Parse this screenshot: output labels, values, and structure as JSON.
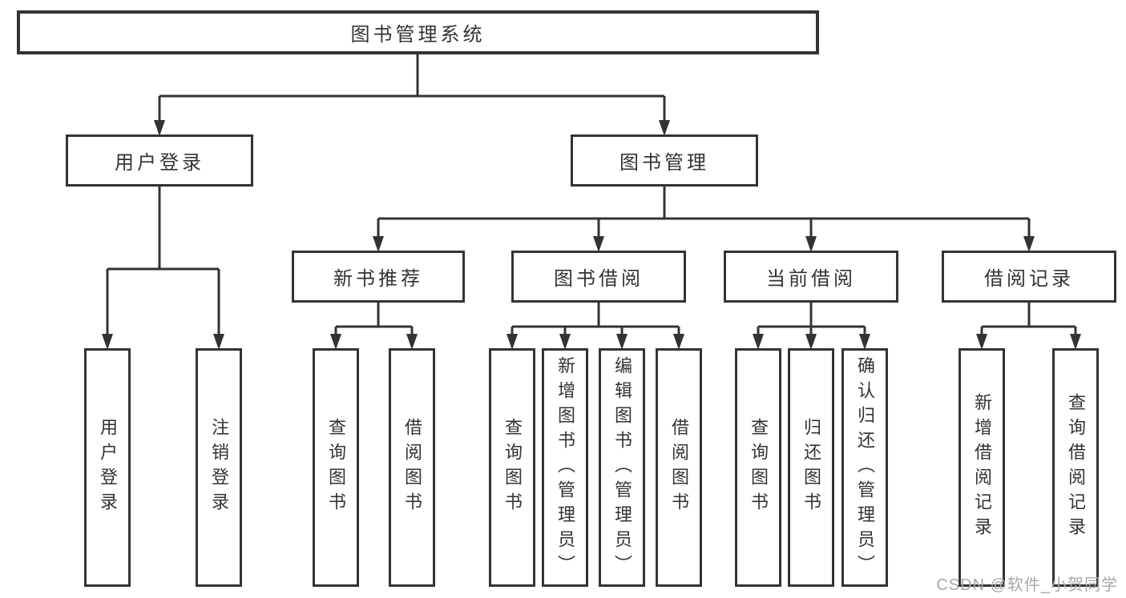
{
  "diagram": {
    "root": {
      "label": "图书管理系统"
    },
    "login": {
      "label": "用户登录",
      "children": [
        {
          "label": "用户登录"
        },
        {
          "label": "注销登录"
        }
      ]
    },
    "management": {
      "label": "图书管理",
      "sections": [
        {
          "label": "新书推荐",
          "children": [
            {
              "label": "查询图书"
            },
            {
              "label": "借阅图书"
            }
          ]
        },
        {
          "label": "图书借阅",
          "children": [
            {
              "label": "查询图书"
            },
            {
              "label": "新增图书（管理员）"
            },
            {
              "label": "编辑图书（管理员）"
            },
            {
              "label": "借阅图书"
            }
          ]
        },
        {
          "label": "当前借阅",
          "children": [
            {
              "label": "查询图书"
            },
            {
              "label": "归还图书"
            },
            {
              "label": "确认归还（管理员）"
            }
          ]
        },
        {
          "label": "借阅记录",
          "children": [
            {
              "label": "新增借阅记录"
            },
            {
              "label": "查询借阅记录"
            }
          ]
        }
      ]
    },
    "watermark": "CSDN @软件_小贺同学",
    "colors": {
      "line": "#333333",
      "text": "#333333",
      "watermark": "#a8a8a8",
      "background": "#ffffff"
    }
  }
}
